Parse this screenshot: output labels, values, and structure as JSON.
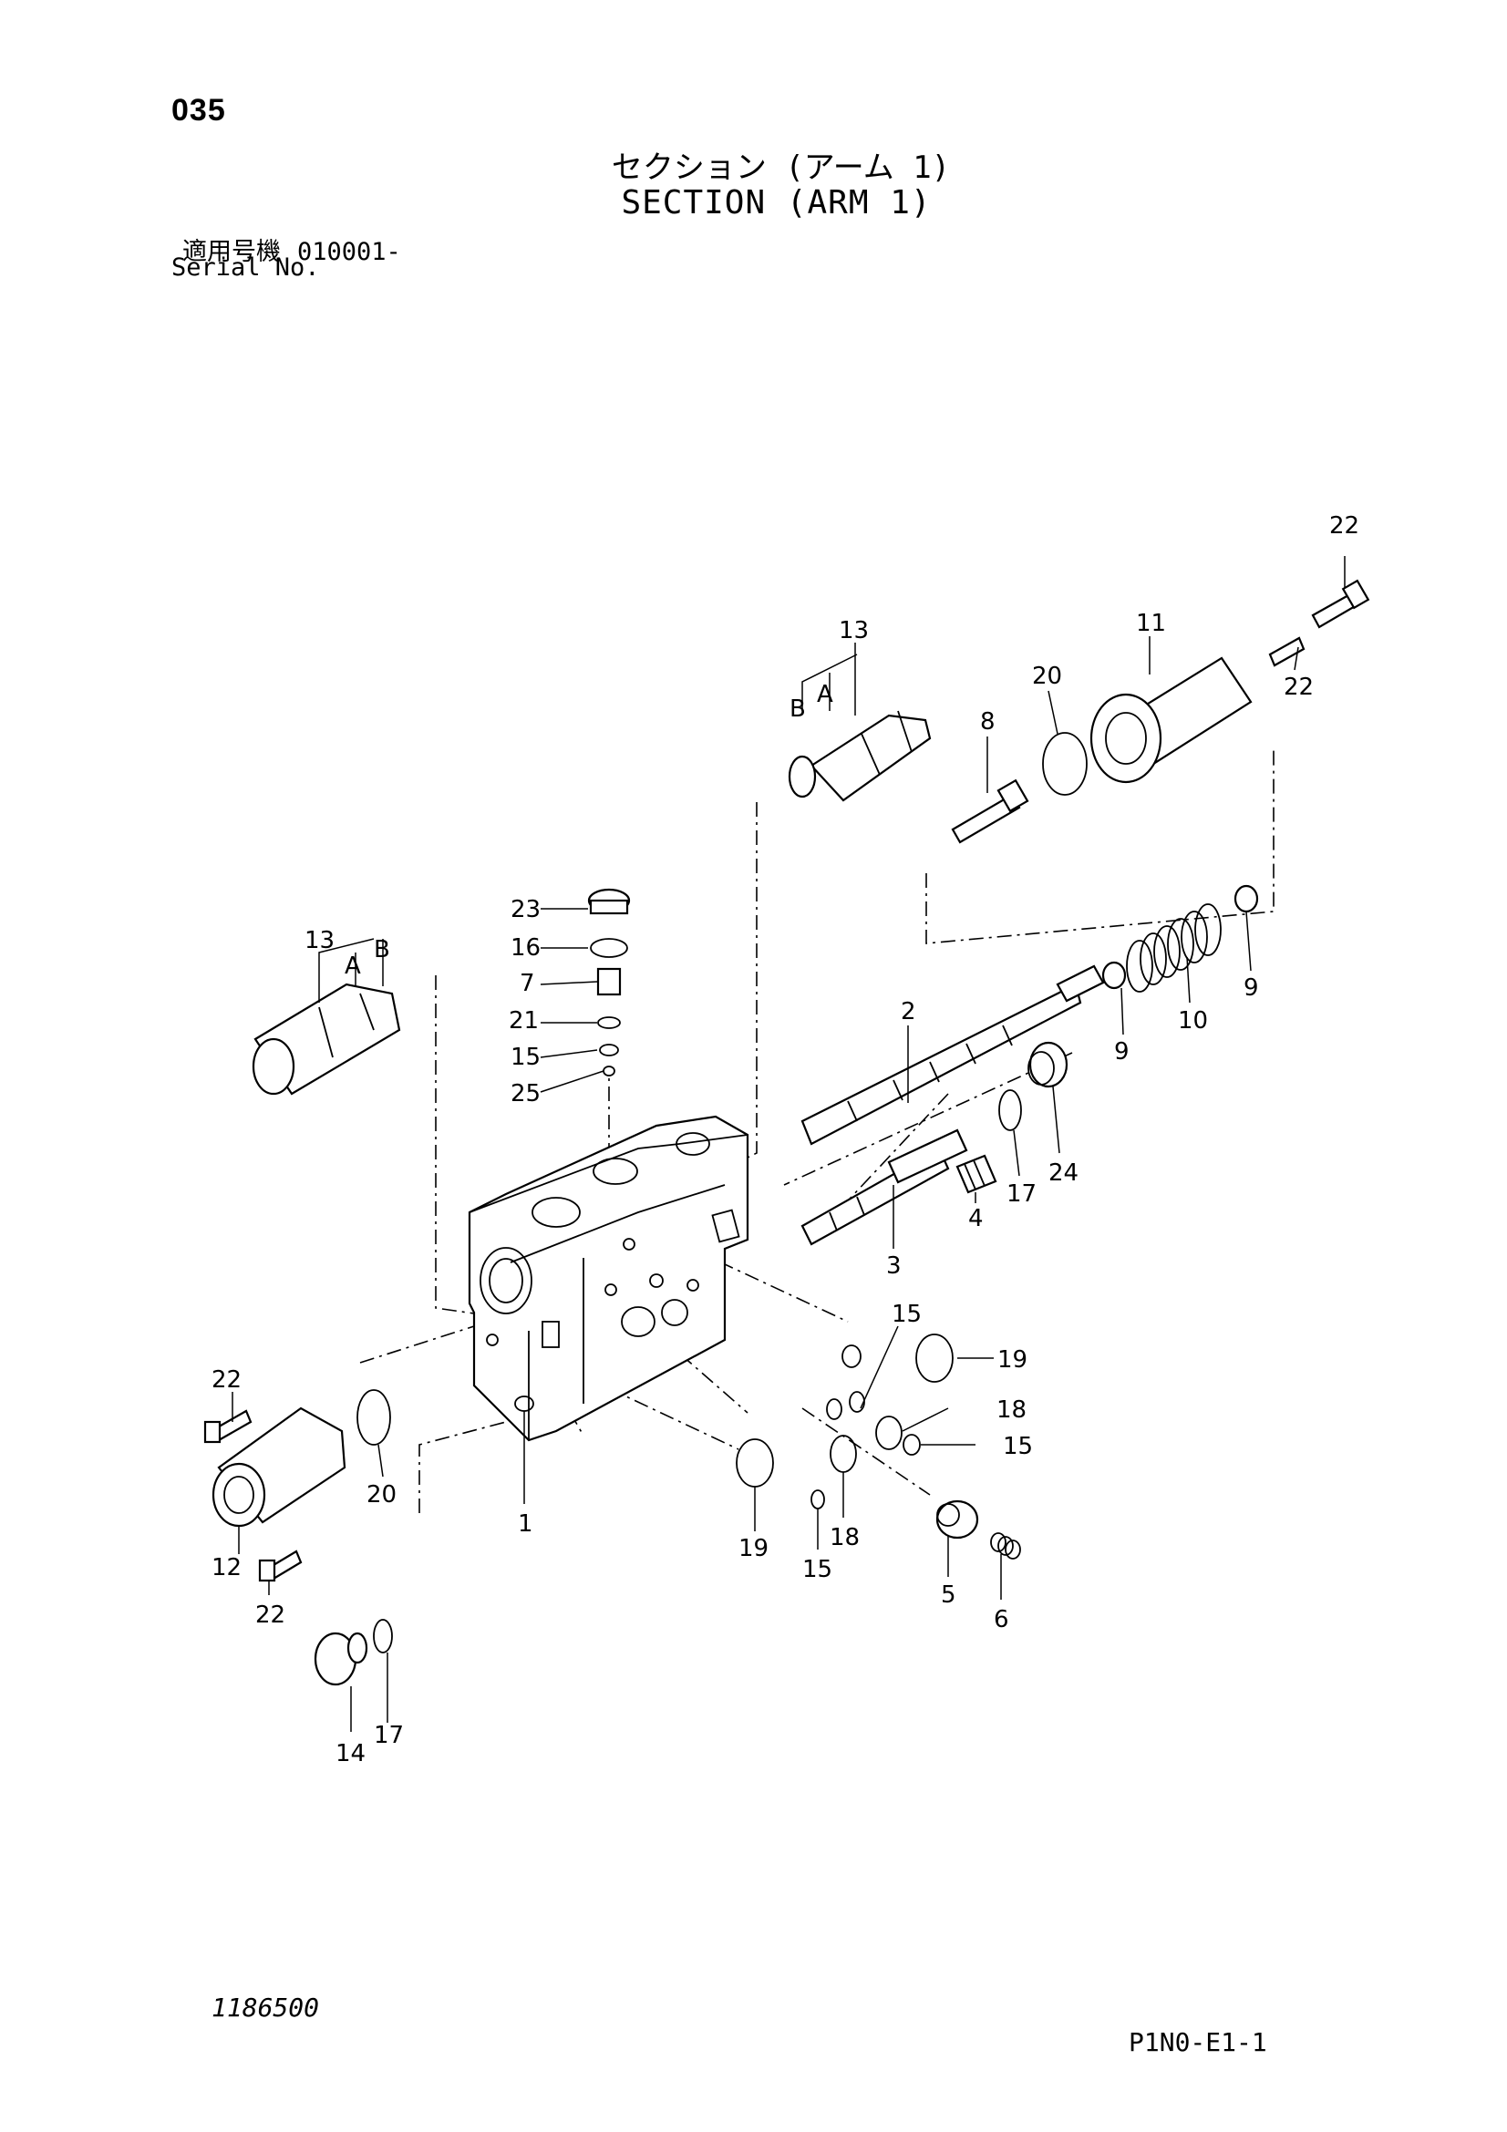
{
  "header": {
    "page_code": "035",
    "title_jp": "セクション (アーム 1)",
    "title_en": "SECTION (ARM 1)",
    "serial_label_jp": "適用号機",
    "serial_value": "010001-",
    "serial_label_en": "Serial No."
  },
  "footer": {
    "drawing_number": "1186500",
    "page_ref": "P1N0-E1-1"
  },
  "callouts": [
    "1",
    "2",
    "3",
    "4",
    "5",
    "6",
    "7",
    "8",
    "9",
    "9",
    "10",
    "11",
    "12",
    "13",
    "A",
    "B",
    "13",
    "A",
    "B",
    "14",
    "15",
    "15",
    "15",
    "15",
    "16",
    "17",
    "17",
    "18",
    "18",
    "19",
    "19",
    "20",
    "20",
    "21",
    "22",
    "22",
    "22",
    "22",
    "23",
    "24",
    "25"
  ]
}
